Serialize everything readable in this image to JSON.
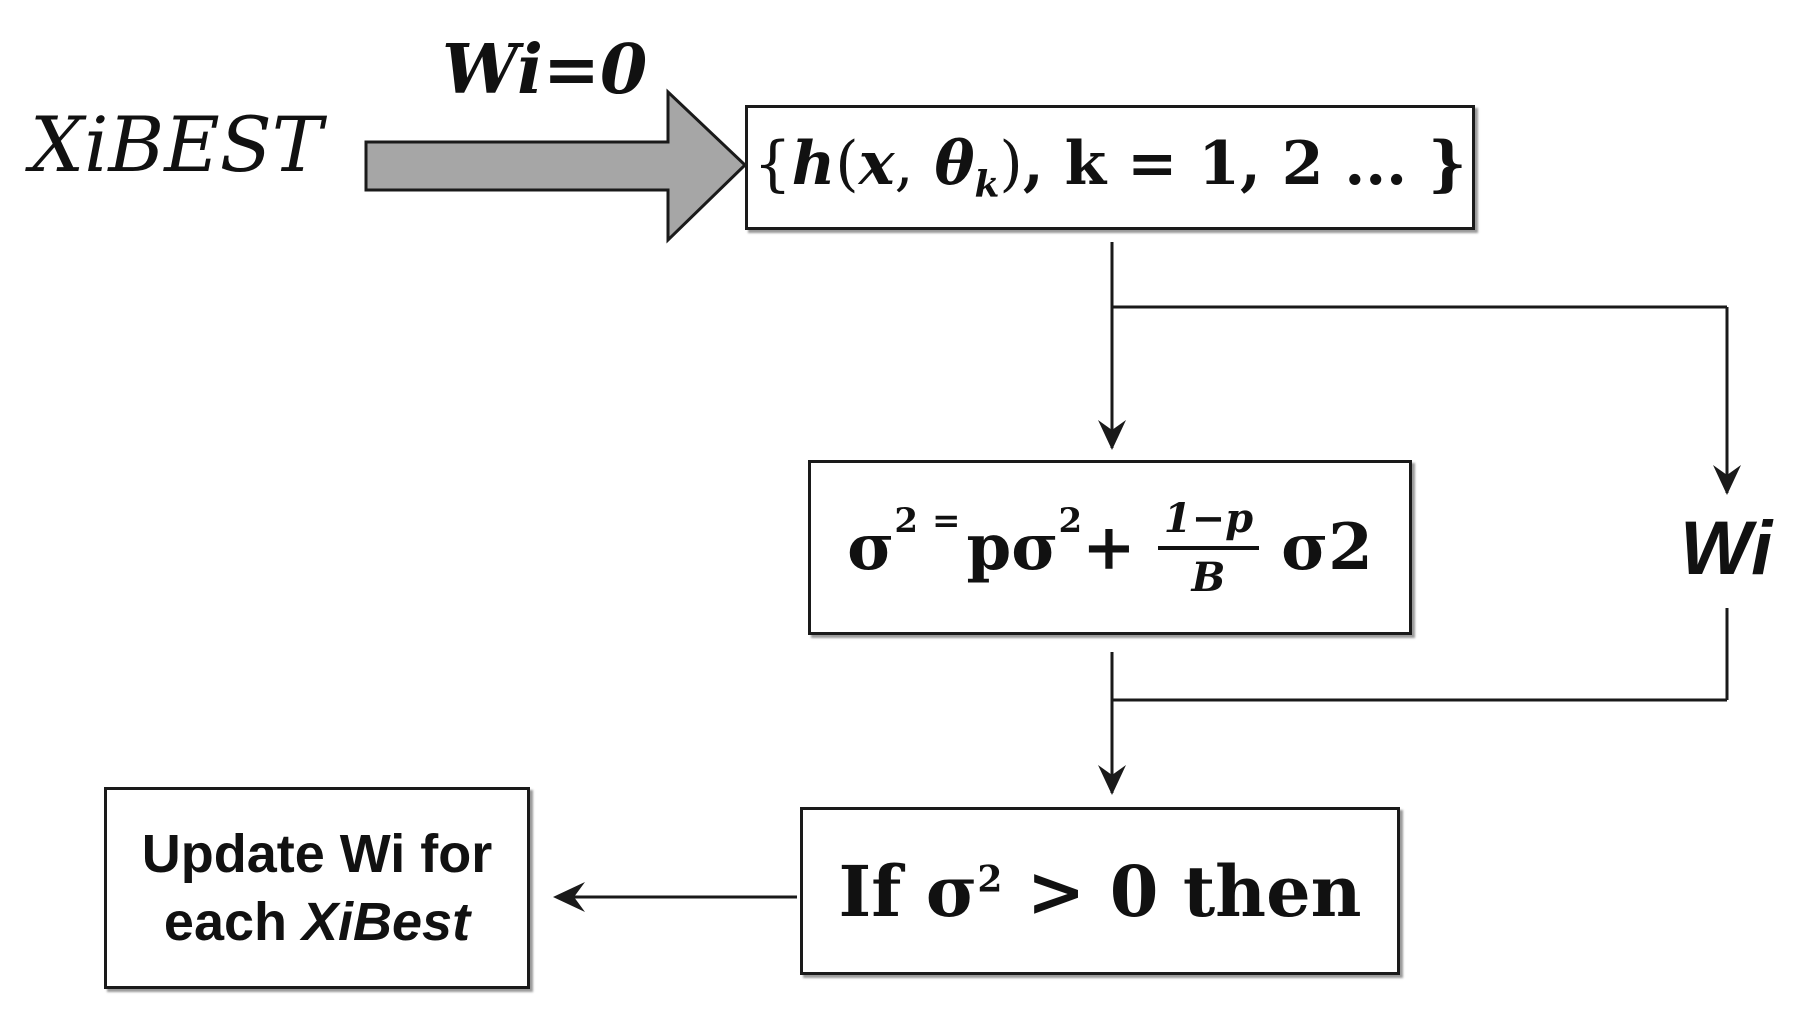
{
  "diagram": {
    "input_label": "XiBEST",
    "init_label": "Wi=0",
    "model_box": {
      "open_brace": "{",
      "h": "h",
      "lparen": "(",
      "x": "x",
      "comma": ",",
      "theta": "θ",
      "k_sub": "k",
      "rparen": ")",
      "k_equals": ", k = 1, 2 ... }"
    },
    "variance_box": {
      "sigma": "σ",
      "sq1": "2",
      "eq": "=",
      "p_sigma": "pσ",
      "sq2": "2",
      "plus": "+",
      "frac_num": "1−p",
      "frac_den": "B",
      "tail": "σ2"
    },
    "weight_label": "Wi",
    "condition_box": {
      "prefix": "If σ",
      "sq": "2",
      "suffix": " > 0 then"
    },
    "update_box": {
      "line1": "Update Wi for",
      "line2_prefix": "each ",
      "line2_italic": "XiBest"
    },
    "colors": {
      "arrow_fill": "#a6a6a6",
      "stroke": "#1a1a1a",
      "shadow": "#9a9a9a"
    }
  }
}
